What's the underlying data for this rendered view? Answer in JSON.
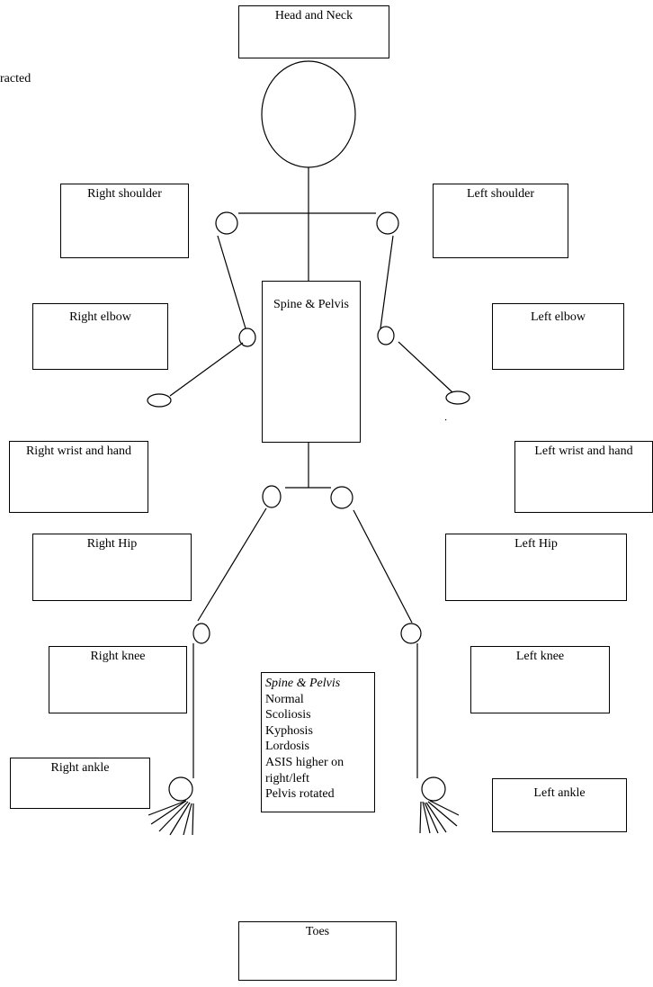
{
  "cutoff_fragment": "racted",
  "regions": {
    "head_neck": "Head and Neck",
    "right_shoulder": "Right shoulder",
    "left_shoulder": "Left shoulder",
    "spine_pelvis": "Spine & Pelvis",
    "right_elbow": "Right elbow",
    "left_elbow": "Left elbow",
    "right_wrist_hand": "Right wrist and hand",
    "left_wrist_hand": "Left wrist and hand",
    "right_hip": "Right Hip",
    "left_hip": "Left Hip",
    "right_knee": "Right knee",
    "left_knee": "Left knee",
    "right_ankle": "Right ankle",
    "left_ankle": "Left ankle",
    "toes": "Toes"
  },
  "spine_pelvis_options": {
    "title": "Spine & Pelvis",
    "items": [
      "Normal",
      "Scoliosis",
      "Kyphosis",
      "Lordosis",
      "ASIS higher on",
      "right/left",
      "Pelvis rotated"
    ]
  }
}
